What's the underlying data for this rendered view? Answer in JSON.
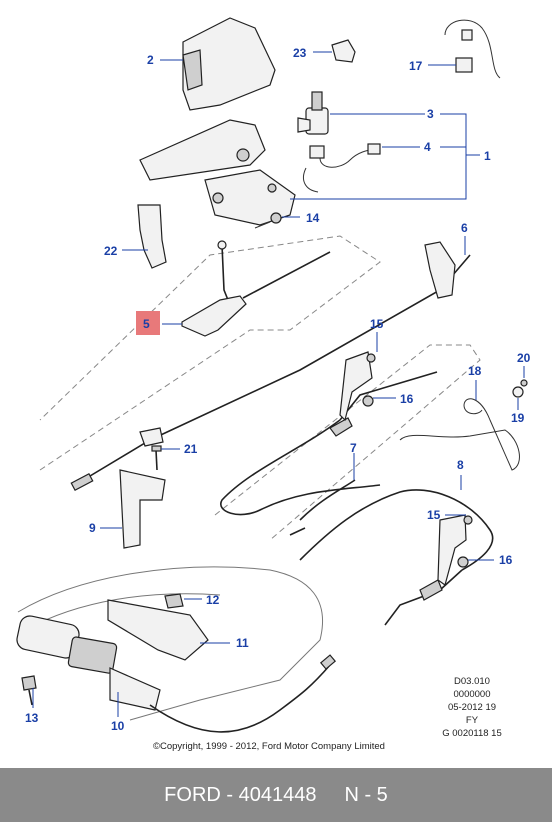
{
  "callouts": [
    "1",
    "2",
    "3",
    "4",
    "5",
    "6",
    "7",
    "8",
    "9",
    "10",
    "11",
    "12",
    "13",
    "14",
    "15",
    "15",
    "16",
    "16",
    "17",
    "18",
    "19",
    "20",
    "21",
    "22",
    "23"
  ],
  "highlight_callout": "5",
  "highlight_color": "#e8797a",
  "callout_color": "#1a3fa6",
  "meta": {
    "line1": "D03.010",
    "line2": "0000000",
    "line3": "05-2012 19",
    "line4": "FY",
    "line5": "G 0020118 15"
  },
  "copyright": "©Copyright, 1999 - 2012, Ford Motor Company Limited",
  "footer": {
    "brand_part": "FORD - 4041448",
    "ref": "N - 5"
  },
  "footer_color": "#8a8a8a"
}
